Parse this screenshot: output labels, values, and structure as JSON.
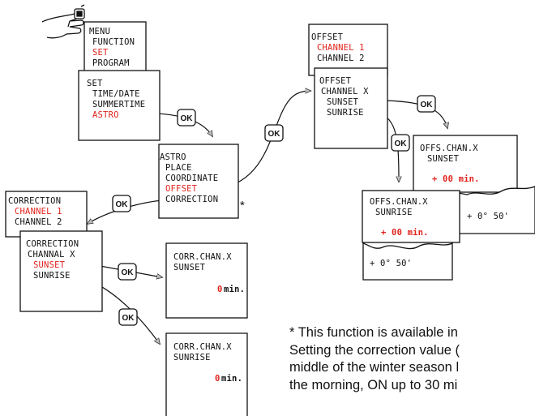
{
  "menu_screen": {
    "lines": [
      "MENU",
      "FUNCTION",
      "SET",
      "PROGRAM"
    ],
    "highlight_index": 2
  },
  "set_screen": {
    "lines": [
      "SET",
      "TIME/DATE",
      "SUMMERTIME",
      "ASTRO"
    ],
    "highlight_index": 3
  },
  "astro_screen": {
    "lines": [
      "ASTRO",
      "PLACE",
      "COORDINATE",
      "OFFSET",
      "CORRECTION"
    ],
    "highlight_index": 3
  },
  "offset_screen": {
    "lines": [
      "OFFSET",
      "CHANNEL 1",
      "CHANNEL 2"
    ],
    "highlight_index": 1
  },
  "offset_chan_screen": {
    "lines": [
      "OFFSET",
      "CHANNEL X",
      "SUNSET",
      "SUNRISE"
    ]
  },
  "offs_sunset_screen": {
    "title1": "OFFS.CHAN.X",
    "title2": "SUNSET",
    "value": "+ 00 min.",
    "sub_value": "+ 0° 50'"
  },
  "offs_sunrise_screen": {
    "title1": "OFFS.CHAN.X",
    "title2": "SUNRISE",
    "value": "+ 00 min.",
    "sub_value": "+ 0° 50'"
  },
  "correction_screen": {
    "lines": [
      "CORRECTION",
      "CHANNEL 1",
      "CHANNEL 2"
    ],
    "highlight_index": 1
  },
  "correction_chan_screen": {
    "lines": [
      "CORRECTION",
      "CHANNAL X",
      "SUNSET",
      "SUNRISE"
    ],
    "highlight_index": 2
  },
  "corr_sunset_screen": {
    "title1": "CORR.CHAN.X",
    "title2": "SUNSET",
    "value_digit": "0",
    "value_unit": "min."
  },
  "corr_sunrise_screen": {
    "title1": "CORR.CHAN.X",
    "title2": "SUNRISE",
    "value_digit": "0",
    "value_unit": "min."
  },
  "ok_label": "OK",
  "asterisk": "*",
  "footnote": [
    "* This function is available in",
    "Setting the correction value (",
    "middle of the winter season l",
    "the morning, ON up to 30 mi"
  ],
  "colors": {
    "highlight": "#e1231d",
    "line": "#111111",
    "arrow_fill": "#bdbdbd"
  }
}
